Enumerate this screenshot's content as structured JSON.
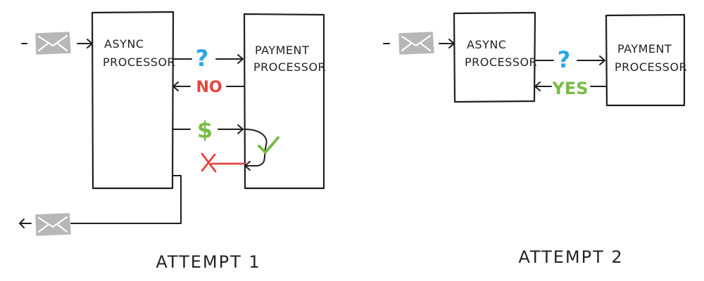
{
  "attempt1": {
    "async_processor": [
      "ASYNC",
      "PROCESSOR"
    ],
    "payment_processor": [
      "PAYMENT",
      "PROCESSOR"
    ],
    "question": "?",
    "no": "NO",
    "dollar": "$",
    "caption": "ATTEMPT 1"
  },
  "attempt2": {
    "async_processor": [
      "ASYNC",
      "PROCESSOR"
    ],
    "payment_processor": [
      "PAYMENT",
      "PROCESSOR"
    ],
    "question": "?",
    "yes": "YES",
    "caption": "ATTEMPT 2"
  },
  "colors": {
    "ink": "#1f1f1f",
    "envelope": "#b7b7b7",
    "question": "#2aa7e6",
    "no": "#e4453f",
    "yes": "#78bb46",
    "success_check": "#78bb46",
    "failure_x": "#e4453f"
  },
  "icons": {
    "message": "envelope-icon",
    "success": "checkmark-icon",
    "failure": "x-mark-icon"
  }
}
